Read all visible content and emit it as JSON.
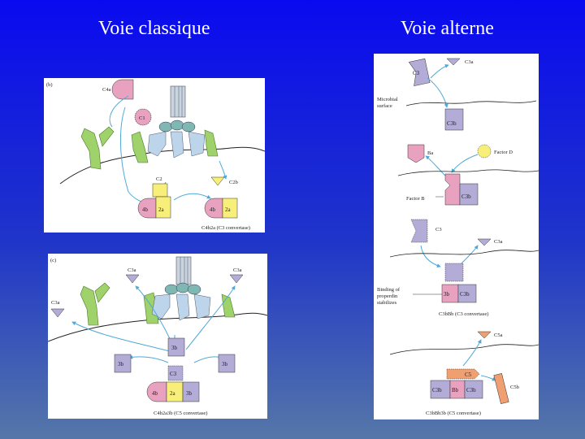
{
  "titles": {
    "classical": "Voie classique",
    "alternative": "Voie alterne"
  },
  "panel_b": {
    "tag": "(b)",
    "c4a": "C4a",
    "c1": "C1",
    "c2": "C2",
    "c2b": "C2b",
    "c4b": "4b",
    "c2a": "2a",
    "c4b2": "4b",
    "c2a2": "2a",
    "caption": "C4b2a (C3 convertase)"
  },
  "panel_c": {
    "tag": "(c)",
    "c3a_top": "C3a",
    "c3a_right": "C3a",
    "c3a_left": "C3a",
    "b3_top": "3b",
    "b3_left": "3b",
    "b3_right": "3b",
    "c3": "C3",
    "c4b": "4b",
    "c2a": "2a",
    "c3b": "3b",
    "caption": "C4b2a3b (C5 convertase)"
  },
  "panel_alt": {
    "c3": "C3",
    "c3a_top": "C3a",
    "microbial": "Microbial",
    "surface": "surface",
    "c3b": "C3b",
    "ba": "Ba",
    "factor_d": "Factor D",
    "factor_b": "Factor B",
    "c3b2": "C3b",
    "c3_mid": "C3",
    "c3a_mid": "C3a",
    "binding1": "Binding of",
    "binding2": "properdin",
    "binding3": "stabilizes",
    "b3": "3b",
    "c3b3": "C3b",
    "caption_c3": "C3bBb (C3 convertase)",
    "c5a": "C5a",
    "c5": "C5",
    "c5b": "C5b",
    "c3b4": "C3b",
    "bb": "Bb",
    "c3b5": "C3b",
    "caption_c5": "C3bBb3b (C5 convertase)"
  },
  "colors": {
    "background": "#1020e0",
    "pink": "#e8a2c0",
    "lavender": "#b2acd6",
    "yellow": "#f7ef7a",
    "green": "#9fd26a",
    "orange": "#f0a070",
    "arrow": "#4fa9d8",
    "antibody": "#bcd5ea"
  }
}
